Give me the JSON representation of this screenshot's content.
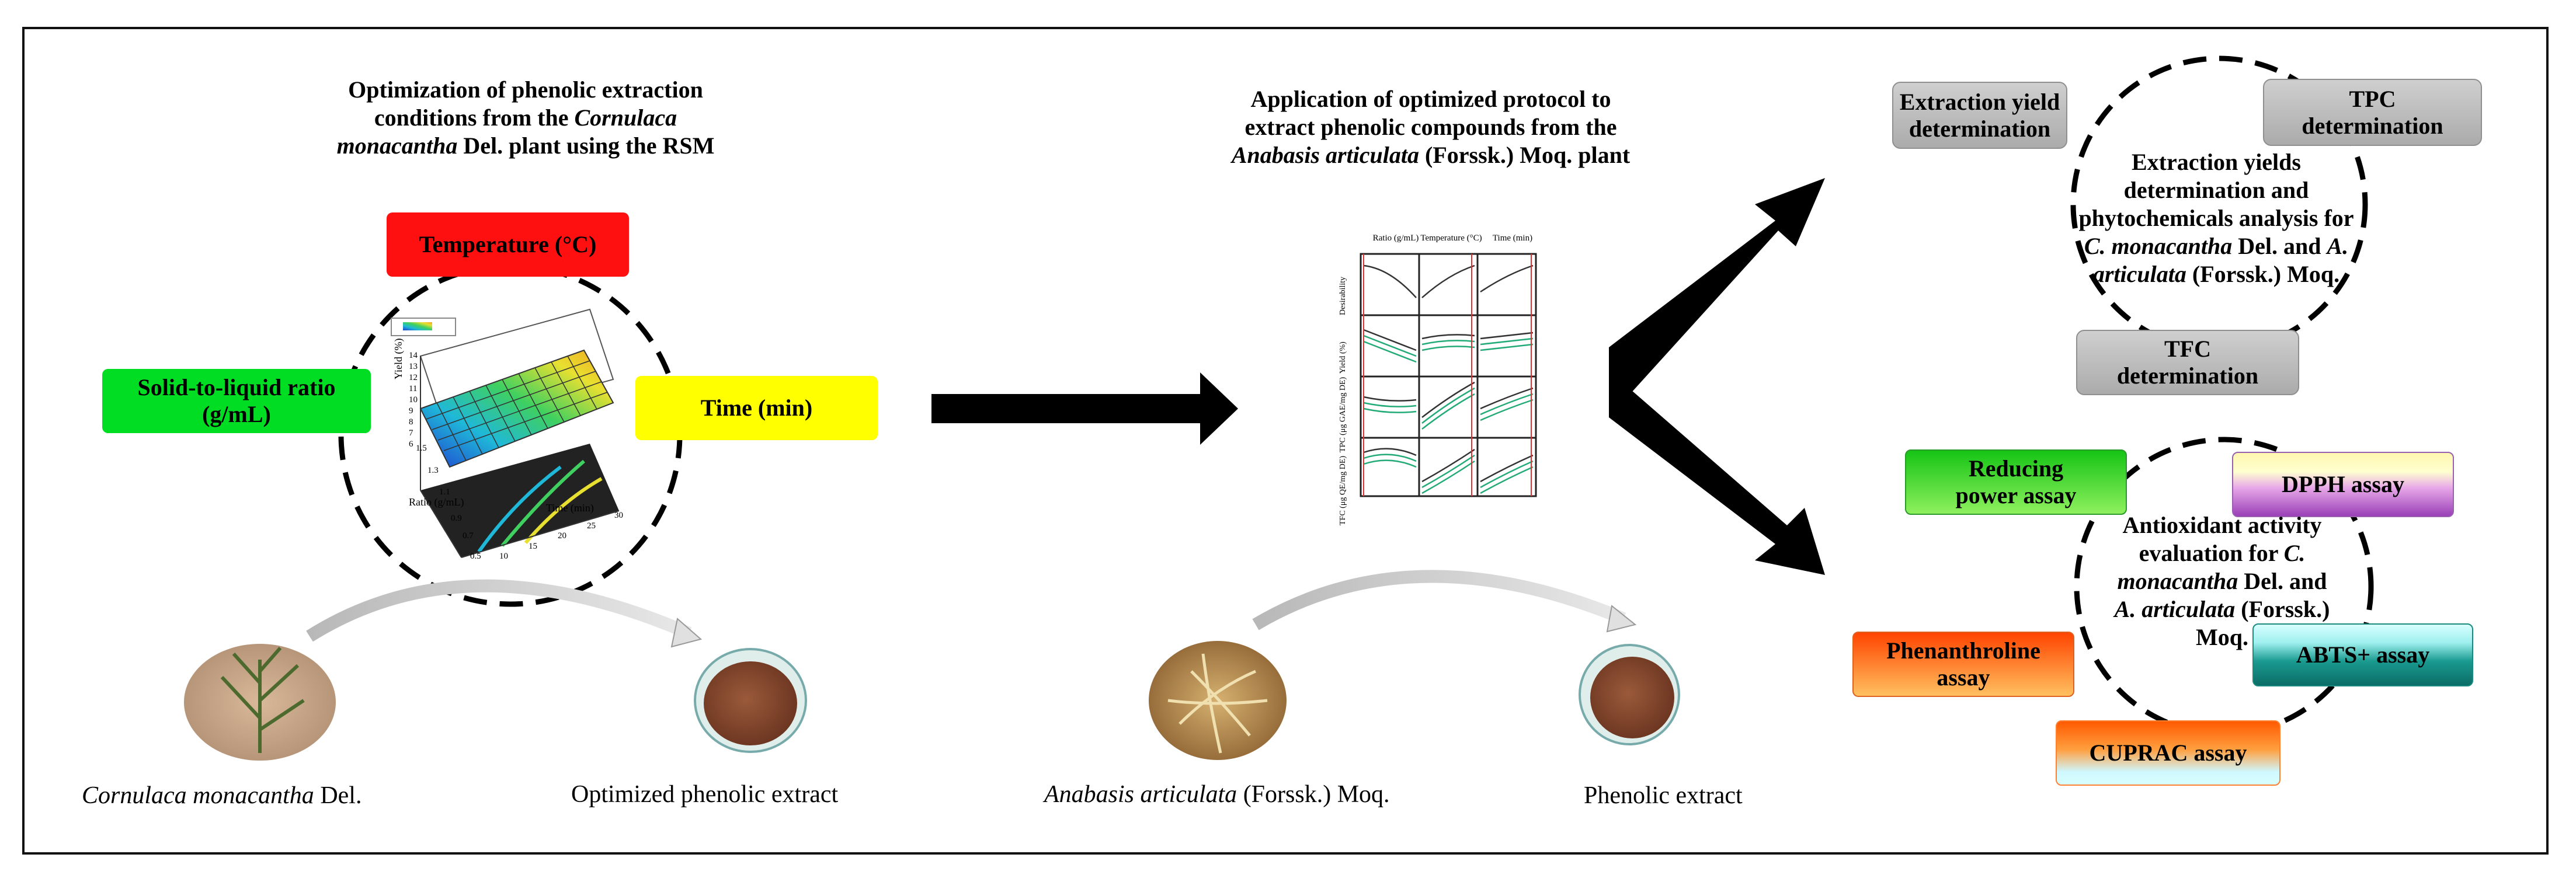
{
  "panel1": {
    "title_l1": "Optimization of phenolic extraction",
    "title_l2a": "conditions from the ",
    "title_l2b": "Cornulaca",
    "title_l3a": "monacantha",
    "title_l3b": " Del. plant using the RSM",
    "factor_temperature": "Temperature (°C)",
    "factor_ratio_l1": "Solid-to-liquid ratio",
    "factor_ratio_l2": "(g/mL)",
    "factor_time": "Time (min)",
    "surface_ylabel": "Yield (%)",
    "surface_xlabel": "Ratio (g/mL)",
    "surface_zlabel": "Time (min)",
    "surface_ratio_ticks": [
      "1.5",
      "1.3",
      "1.1",
      "0.9",
      "0.7",
      "0.5"
    ],
    "surface_time_ticks": [
      "10",
      "15",
      "20",
      "25",
      "30"
    ],
    "surface_yield_ticks": [
      "14",
      "13",
      "12",
      "11",
      "10",
      "9",
      "8",
      "7",
      "6"
    ],
    "plant_caption_a": "Cornulaca monacantha",
    "plant_caption_b": " Del.",
    "extract_caption": "Optimized phenolic extract"
  },
  "panel2": {
    "title_l1": "Application of optimized protocol to",
    "title_l2": "extract phenolic compounds from the",
    "title_l3a": "Anabasis articulata",
    "title_l3b": " (Forssk.) Moq. plant",
    "mini_col_headers": [
      "Ratio (g/mL)",
      "Temperature (°C)",
      "Time (min)"
    ],
    "mini_row_labels": [
      "Desirability",
      "Yield (%)",
      "TPC (μg GAE/mg DE)",
      "TFC (μg QE/mg DE)"
    ],
    "plant_caption_a": "Anabasis articulata",
    "plant_caption_b": " (Forssk.) Moq.",
    "extract_caption": "Phenolic extract"
  },
  "panel3": {
    "box_yield_l1": "Extraction yield",
    "box_yield_l2": "determination",
    "box_tpc_l1": "TPC",
    "box_tpc_l2": "determination",
    "box_tfc_l1": "TFC",
    "box_tfc_l2": "determination",
    "center1_l1": "Extraction yields",
    "center1_l2": "determination and",
    "center1_l3": "phytochemicals analysis for",
    "center1_l4a": "C. monacantha",
    "center1_l4b": " Del. and ",
    "center1_l4c": "A.",
    "center1_l5a": "articulata",
    "center1_l5b": " (Forssk.) Moq."
  },
  "panel4": {
    "box_reducing_l1": "Reducing",
    "box_reducing_l2": "power assay",
    "box_dpph": "DPPH assay",
    "box_phen_l1": "Phenanthroline",
    "box_phen_l2": "assay",
    "box_abts": "ABTS+ assay",
    "box_cuprac": "CUPRAC assay",
    "center2_l1": "Antioxidant activity",
    "center2_l2a": "evaluation for ",
    "center2_l2b": "C.",
    "center2_l3a": "monacantha",
    "center2_l3b": " Del. and",
    "center2_l4a": "A. articulata",
    "center2_l4b": " (Forssk.)",
    "center2_l5": "Moq."
  },
  "colors": {
    "temperature": "#ff0000",
    "ratio": "#00dd22",
    "time": "#ffff00",
    "gray_box": "#bdbdbd",
    "reducing": "#2bd82b",
    "dpph": "#b45ad0",
    "phenanthroline": "#ff5a00",
    "abts": "#0e8a80",
    "cuprac": "#ff6600",
    "arrow": "#000000"
  }
}
